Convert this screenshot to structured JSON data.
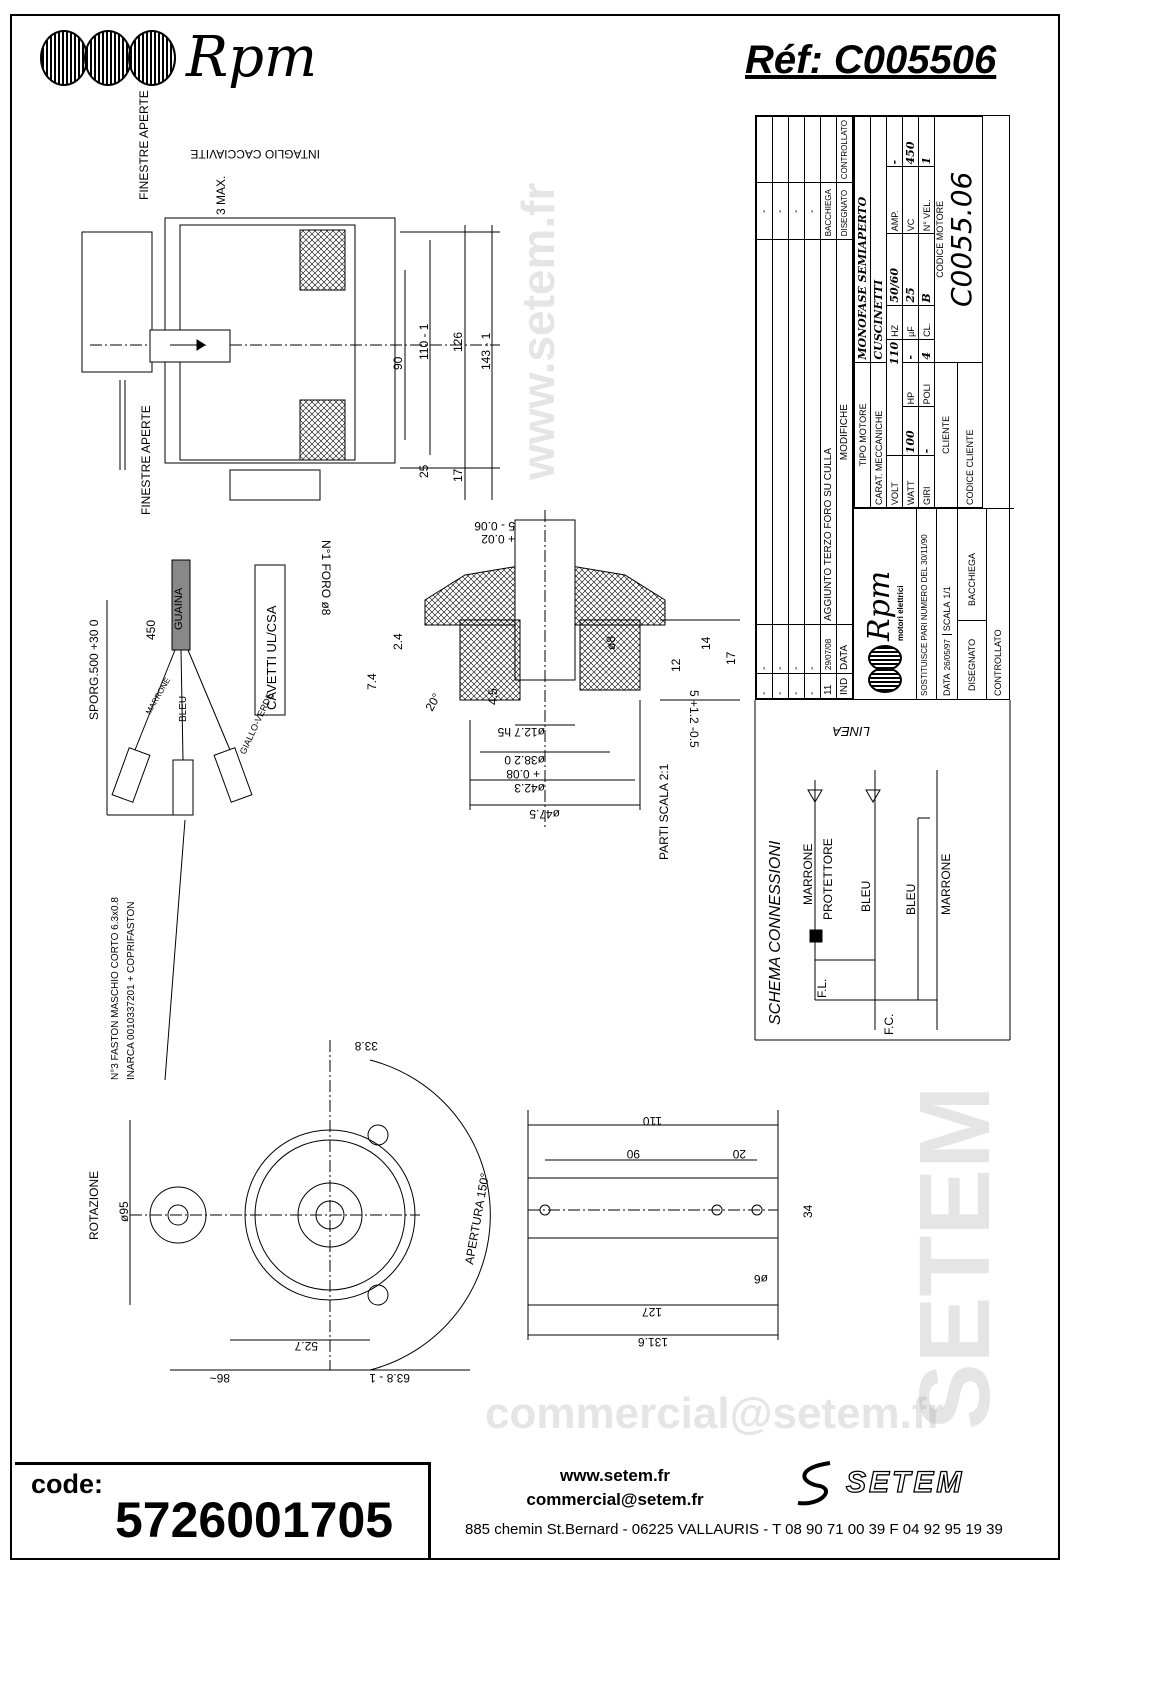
{
  "header": {
    "brand": "Rpm",
    "reference": "Réf:  C005506"
  },
  "title_block": {
    "revisions": [
      {
        "ind": "-",
        "data": "-",
        "modifiche": "",
        "disegnato": "-",
        "controllato": ""
      },
      {
        "ind": "-",
        "data": "-",
        "modifiche": "",
        "disegnato": "-",
        "controllato": ""
      },
      {
        "ind": "-",
        "data": "-",
        "modifiche": "",
        "disegnato": "-",
        "controllato": ""
      },
      {
        "ind": "-",
        "data": "-",
        "modifiche": "",
        "disegnato": "-",
        "controllato": ""
      },
      {
        "ind": "11",
        "data": "29/07/08",
        "modifiche": "AGGIUNTO TERZO FORO SU CULLA",
        "disegnato": "BACCHIEGA",
        "controllato": ""
      }
    ],
    "rev_headers": {
      "ind": "IND",
      "data": "DATA",
      "modifiche": "MODIFICHE",
      "disegnato": "DISEGNATO",
      "controllato": "CONTROLLATO"
    },
    "logo_brand": "Rpm",
    "logo_sub": "motori elettrici",
    "sostituisce": "SOSTITUISCE PARI NUMERO DEL 30/11/90",
    "data_label": "DATA",
    "data_value": "26/05/97",
    "scala_label": "SCALA",
    "scala_value": "1/1",
    "disegnato_label": "DISEGNATO",
    "disegnato_value": "BACCHIEGA",
    "controllato_label": "CONTROLLATO",
    "tipo_motore_label": "TIPO MOTORE",
    "tipo_motore": "MONOFASE SEMIAPERTO",
    "carat_label": "CARAT. MECCANICHE",
    "carat": "CUSCINETTI",
    "volt_label": "VOLT",
    "volt": "110",
    "hz_label": "HZ",
    "hz": "50/60",
    "amp_label": "AMP.",
    "amp": "-",
    "watt_label": "WATT",
    "watt": "100",
    "hp_label": "HP",
    "hp": "-",
    "uf_label": "µF",
    "uf": "25",
    "vc_label": "VC",
    "vc": "450",
    "giri_label": "GIRI",
    "giri": "-",
    "poli_label": "POLI",
    "poli": "4",
    "cl_label": "CL.",
    "cl": "B",
    "vel_label": "N° VEL.",
    "vel": "1",
    "cliente_label": "CLIENTE",
    "codice_motore_label": "CODICE MOTORE",
    "codice_motore": "C0055.06",
    "codice_cliente_label": "CODICE CLIENTE"
  },
  "schema": {
    "title": "SCHEMA CONNESSIONI",
    "linea": "LINEA",
    "marrone": "MARRONE",
    "protettore": "PROTETTORE",
    "bleu1": "BLEU",
    "bleu2": "BLEU",
    "marrone2": "MARRONE",
    "fl": "F.L.",
    "fc": "F.C."
  },
  "dims": {
    "intaglio": "INTAGLIO CACCIAVITE",
    "finestre1": "FINESTRE APERTE",
    "finestre2": "FINESTRE APERTE",
    "max3": "3 MAX.",
    "d90": "90",
    "d110": "110 - 1",
    "d126": "126",
    "d143": "143 - 1",
    "d25": "25",
    "d17": "17",
    "foro": "N°1 FORO ø8",
    "s5": "5 - 0.06",
    "s5b": "+ 0.02",
    "s24": "2.4",
    "s74": "7.4",
    "s20": "20°",
    "s45": "4.5",
    "s127": "ø12.7 h5",
    "s382": "ø38.2 0",
    "s382b": "+ 0.08",
    "s423": "ø42.3",
    "s475": "ø47.5",
    "s8": "ø8",
    "s12": "12",
    "s14": "14",
    "s17": "17",
    "s5c": "5 +1.2 -0.5",
    "parti": "PARTI SCALA 2:1",
    "sporg": "SPORG.500 +30 0",
    "d450": "450",
    "guaina": "GUAINA",
    "marrone": "MARRONE",
    "bleu": "BLEU",
    "giallo": "GIALLO-VERDE",
    "cavetti": "CAVETTI UL/CSA",
    "faston1": "N°3 FASTON MASCHIO CORTO 6.3x0.8",
    "faston2": "INARCA 0010337201 + COPRIFASTON",
    "f338": "33.8",
    "apertura": "APERTURA 150°",
    "f95": "ø95",
    "rotazione": "ROTAZIONE",
    "f527": "52.7",
    "f86": "86~",
    "f638": "63.8 - 1",
    "b110": "110",
    "b90": "90",
    "b20": "20",
    "b34": "34",
    "b6": "ø6",
    "b127": "127",
    "b1316": "131.6"
  },
  "footer": {
    "code_label": "code:",
    "code": "5726001705",
    "website": "www.setem.fr",
    "email": "commercial@setem.fr",
    "address": "885 chemin St.Bernard  -  06225 VALLAURIS  -  T 08 90 71 00 39   F 04 92 95 19 39",
    "brand": "SETEM"
  },
  "watermark": {
    "site": "www.setem.fr",
    "brand": "SETEM",
    "email": "commercial@setem.fr"
  }
}
